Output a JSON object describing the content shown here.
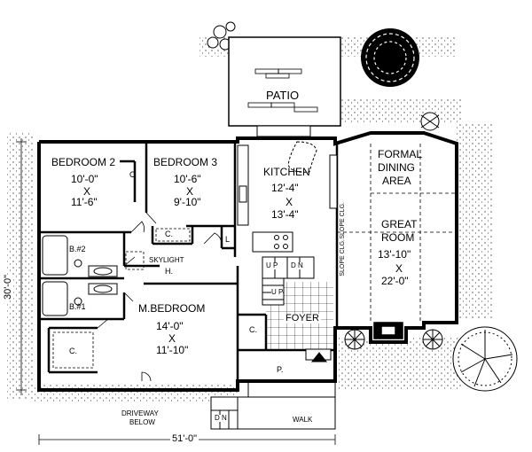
{
  "patio": "PATIO",
  "bedroom2": {
    "name": "BEDROOM 2",
    "w": "10'-0\"",
    "x": "X",
    "d": "11'-6\""
  },
  "bedroom3": {
    "name": "BEDROOM 3",
    "w": "10'-6\"",
    "x": "X",
    "d": "9'-10\""
  },
  "kitchen": {
    "name": "KITCHEN",
    "w": "12'-4\"",
    "x": "X",
    "d": "13'-4\""
  },
  "formal_dining": {
    "line1": "FORMAL",
    "line2": "DINING",
    "line3": "AREA"
  },
  "great_room": {
    "line1": "GREAT",
    "line2": "ROOM",
    "w": "13'-10\"",
    "x": "X",
    "d": "22'-0\""
  },
  "master_bedroom": {
    "name": "M.BEDROOM",
    "w": "14'-0\"",
    "x": "X",
    "d": "11'-10\""
  },
  "foyer": "FOYER",
  "bath2": "B.#2",
  "bath1": "B.#1",
  "skylight": "SKYLIGHT",
  "hall": "H.",
  "closet": "C",
  "closet_dot": "C.",
  "laundry": "L",
  "porch": "P.",
  "stair_up": "U P",
  "stair_dn": "D N",
  "stair_up2": "U P",
  "stair_dn2": "D N",
  "slope_ceiling_1": "SLOPE CLG.",
  "slope_ceiling_2": "SLOPE CLG.",
  "driveway": {
    "line1": "DRIVEWAY",
    "line2": "BELOW"
  },
  "walk": "WALK",
  "dimension_depth": "30'-0\"",
  "dimension_width": "51'-0\""
}
